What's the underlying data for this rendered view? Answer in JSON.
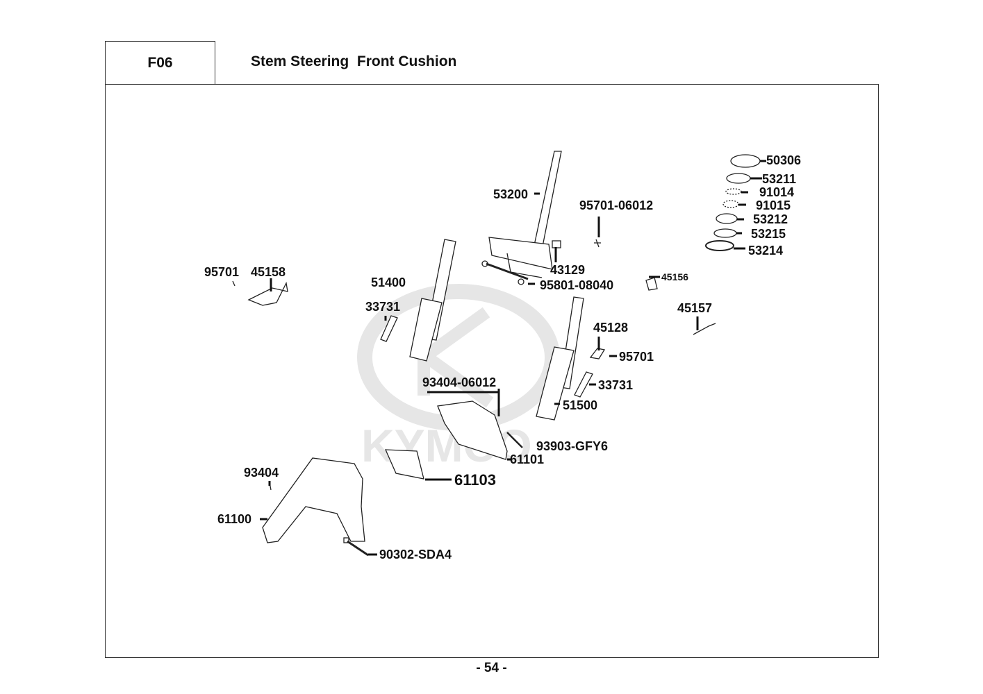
{
  "header": {
    "section_code": "F06",
    "title": "Stem Steering  Front Cushion"
  },
  "watermark": {
    "brand": "KYMCO",
    "color": "#e6e6e6"
  },
  "parts": {
    "p50306": "50306",
    "p53211": "53211",
    "p91014": "91014",
    "p91015": "91015",
    "p53212": "53212",
    "p53215": "53215",
    "p53214": "53214",
    "p53200": "53200",
    "p95701_06012": "95701-06012",
    "p43129": "43129",
    "p95801_08040": "95801-08040",
    "p45156": "45156",
    "p95701_a": "95701",
    "p45158": "45158",
    "p51400": "51400",
    "p33731_a": "33731",
    "p45157": "45157",
    "p45128": "45128",
    "p95701_b": "95701",
    "p33731_b": "33731",
    "p51500": "51500",
    "p93404_06012": "93404-06012",
    "p93903_gfy6": "93903-GFY6",
    "p61101": "61101",
    "p61103": "61103",
    "p93404": "93404",
    "p61100": "61100",
    "p90302_sda4": "90302-SDA4"
  },
  "footer": {
    "page_number": "- 54 -"
  }
}
